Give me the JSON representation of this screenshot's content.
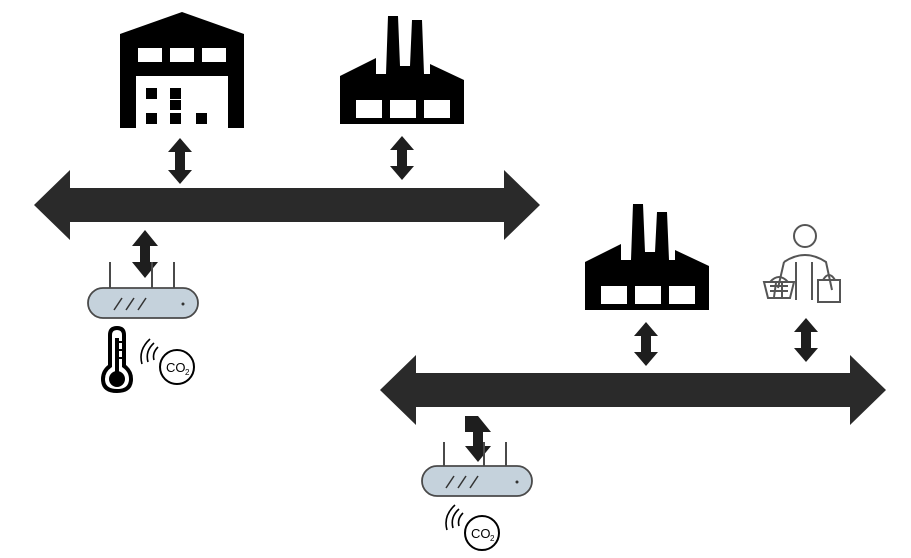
{
  "diagram": {
    "co2_label_top": "CO",
    "co2_label_top_sub": "2",
    "co2_label_bottom": "CO",
    "co2_label_bottom_sub": "2"
  },
  "nodes": {
    "top_left": "warehouse-icon",
    "top_right": "factory-icon",
    "bottom_left_factory": "factory-icon",
    "bottom_right": "shopper-icon",
    "router_top": "router-icon",
    "router_bottom": "router-icon",
    "thermometer": "thermometer-icon"
  },
  "colors": {
    "ink": "#1e1e1e",
    "router_fill": "#c5d2dc",
    "router_stroke": "#4a4a4a"
  }
}
